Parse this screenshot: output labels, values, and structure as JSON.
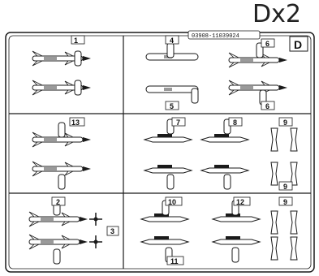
{
  "title": "Dx2",
  "sprue": {
    "letter": "D",
    "code": "03908-11039024",
    "part_labels": {
      "p1": "1",
      "p2": "2",
      "p3": "3",
      "p4": "4",
      "p5": "5",
      "p6a": "6",
      "p6b": "6",
      "p7": "7",
      "p8": "8",
      "p9a": "9",
      "p9b": "9",
      "p9c": "9",
      "p10": "10",
      "p11": "11",
      "p12": "12",
      "p13": "13"
    }
  },
  "colors": {
    "ink": "#1a1a1a",
    "paper": "#ffffff",
    "shade": "#9a9a9a"
  }
}
